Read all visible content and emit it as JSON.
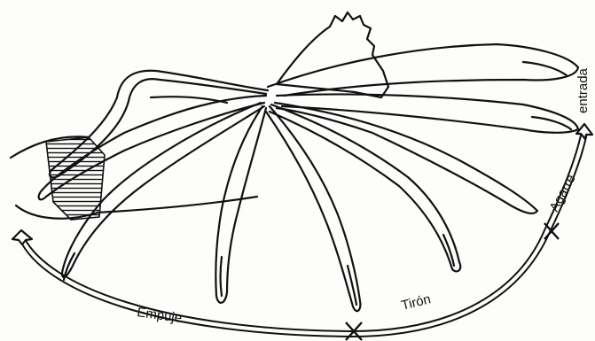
{
  "labels": {
    "entrada": "entrada",
    "agarre": "Agarre",
    "tiron": "Tirón",
    "empuje": "Empuje"
  },
  "icons": [
    "cross-marker-icon",
    "arrow-head-icon"
  ]
}
